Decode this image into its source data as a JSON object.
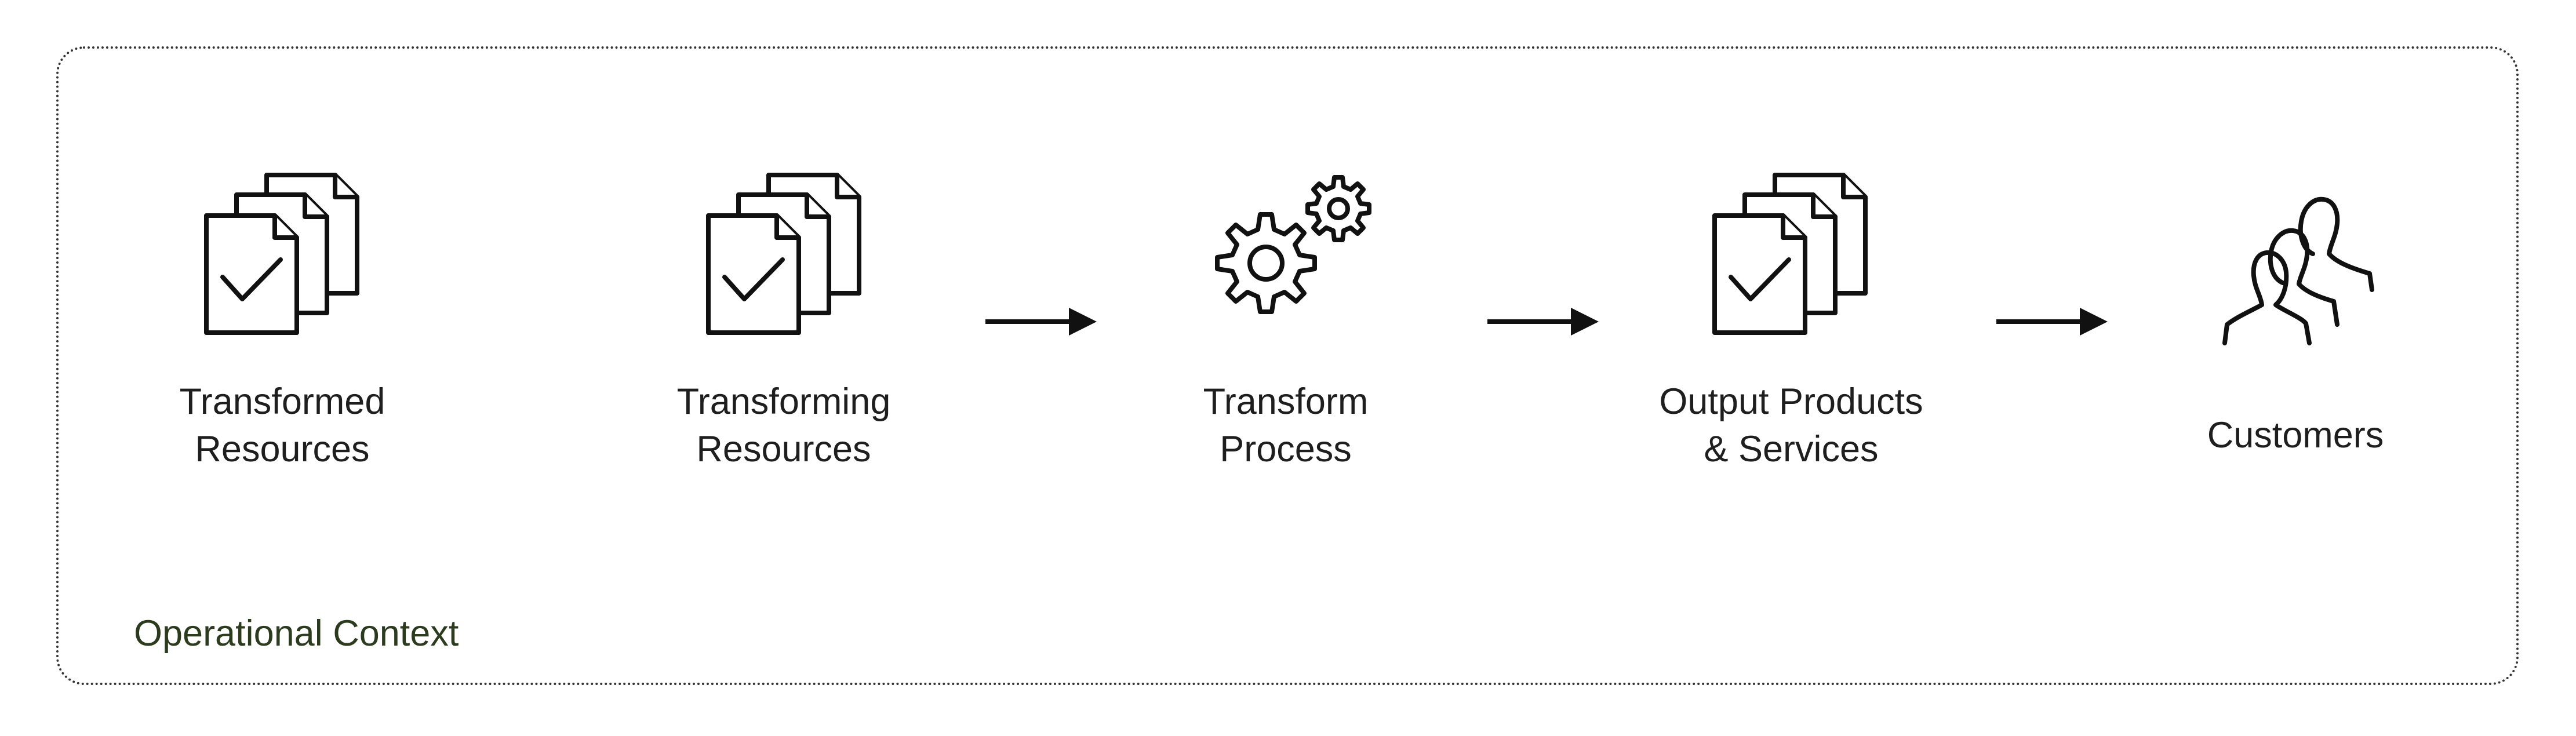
{
  "frame_label": "Operational Context",
  "nodes": [
    {
      "icon": "document-stack-check-icon",
      "line1": "Transformed",
      "line2": "Resources"
    },
    {
      "icon": "document-stack-check-icon",
      "line1": "Transforming",
      "line2": "Resources"
    },
    {
      "icon": "gears-icon",
      "line1": "Transform",
      "line2": "Process"
    },
    {
      "icon": "document-stack-check-icon",
      "line1": "Output Products",
      "line2": "& Services"
    },
    {
      "icon": "people-group-icon",
      "line1": "Customers"
    }
  ],
  "colors": {
    "stroke": "#111111",
    "frame": "#333333",
    "context_label": "#2c3a1e"
  }
}
